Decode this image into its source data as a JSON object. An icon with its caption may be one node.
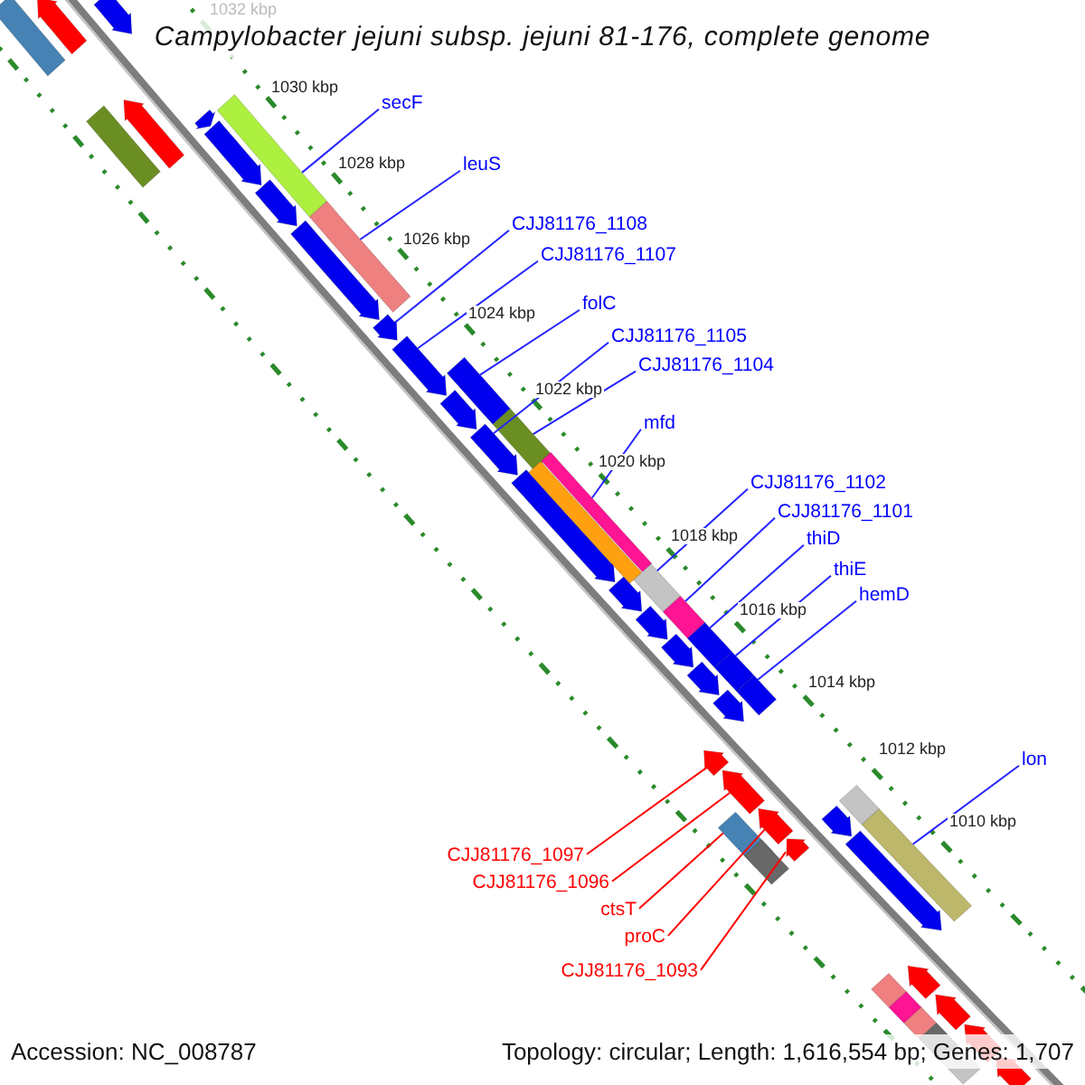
{
  "diagram": {
    "title": "Campylobacter jejuni subsp. jejuni 81-176, complete genome",
    "nodes": [
      {
        "text": [
          "secF"
        ]
      },
      {
        "text": [
          "leuS"
        ]
      },
      {
        "text": [
          "CJJ81176_1108"
        ]
      },
      {
        "text": [
          "CJJ81176_1107"
        ]
      },
      {
        "text": [
          "folC"
        ]
      },
      {
        "text": [
          "CJJ81176_1105"
        ]
      },
      {
        "text": [
          "CJJ81176_1104"
        ]
      },
      {
        "text": [
          "mfd"
        ]
      },
      {
        "text": [
          "CJJ81176_1102"
        ]
      },
      {
        "text": [
          "CJJ81176_1101"
        ]
      },
      {
        "text": [
          "thiD"
        ]
      },
      {
        "text": [
          "thiE"
        ]
      },
      {
        "text": [
          "hemD"
        ]
      },
      {
        "text": [
          "lon"
        ]
      },
      {
        "text": [
          "CJJ81176_1097"
        ]
      },
      {
        "text": [
          "CJJ81176_1096"
        ]
      },
      {
        "text": [
          "ctsT"
        ]
      },
      {
        "text": [
          "proC"
        ]
      },
      {
        "text": [
          "CJJ81176_1093"
        ]
      },
      {
        "text": [],
        "shape": "pentagon"
      },
      {
        "text": [],
        "shape": "bar"
      },
      {
        "text": [],
        "shape": "pentagon"
      },
      {
        "text": [],
        "shape": "bar"
      },
      {
        "text": [],
        "shape": "pentagon"
      },
      {
        "text": [],
        "shape": "pentagon"
      },
      {
        "text": [],
        "shape": "bar"
      },
      {
        "text": [],
        "shape": "pentagon"
      },
      {
        "text": [],
        "shape": "pentagon"
      },
      {
        "text": [],
        "shape": "pentagon"
      },
      {
        "text": [],
        "shape": "bar"
      },
      {
        "text": [],
        "shape": "pentagon"
      },
      {
        "text": [],
        "shape": "pentagon"
      },
      {
        "text": [],
        "shape": "bar"
      },
      {
        "text": [],
        "shape": "pentagon"
      },
      {
        "text": [],
        "shape": "pentagon"
      },
      {
        "text": [],
        "shape": "bar"
      },
      {
        "text": [],
        "shape": "pentagon"
      },
      {
        "text": [],
        "shape": "bar"
      },
      {
        "text": [],
        "shape": "bar"
      },
      {
        "text": [],
        "shape": "pentagon"
      },
      {
        "text": [],
        "shape": "bar"
      },
      {
        "text": [],
        "shape": "pentagon"
      },
      {
        "text": [],
        "shape": "bar"
      },
      {
        "text": [],
        "shape": "pentagon"
      },
      {
        "text": [],
        "shape": "bar"
      },
      {
        "text": [],
        "shape": "pentagon"
      },
      {
        "text": [],
        "shape": "bar"
      },
      {
        "text": [],
        "shape": "pentagon"
      },
      {
        "text": [],
        "shape": "bar"
      },
      {
        "text": [],
        "shape": "pentagon"
      },
      {
        "text": [],
        "shape": "pentagon"
      },
      {
        "text": [],
        "shape": "bar"
      },
      {
        "text": [],
        "shape": "pentagon"
      },
      {
        "text": [],
        "shape": "bar"
      },
      {
        "text": [],
        "shape": "pentagon"
      },
      {
        "text": [],
        "shape": "bar"
      },
      {
        "text": [],
        "shape": "pentagon"
      },
      {
        "text": [],
        "shape": "bar"
      },
      {
        "text": [],
        "shape": "pentagon"
      },
      {
        "text": [],
        "shape": "bar"
      },
      {
        "text": [],
        "shape": "pentagon"
      },
      {
        "text": [],
        "shape": "bar"
      },
      {
        "text": [],
        "shape": "bar"
      },
      {
        "text": [],
        "shape": "pentagon"
      },
      {
        "text": [],
        "shape": "bar"
      },
      {
        "text": [],
        "shape": "pentagon"
      },
      {
        "text": [],
        "shape": "bar"
      },
      {
        "text": [],
        "shape": "pentagon"
      }
    ],
    "edges": [
      {
        "from": 0,
        "to": 25,
        "arrow": "none"
      },
      {
        "from": 1,
        "to": 29,
        "arrow": "none"
      },
      {
        "from": 2,
        "to": 30,
        "arrow": "none"
      },
      {
        "from": 3,
        "to": 31,
        "arrow": "none"
      },
      {
        "from": 4,
        "to": 32,
        "arrow": "none"
      },
      {
        "from": 5,
        "to": 34,
        "arrow": "none"
      },
      {
        "from": 6,
        "to": 35,
        "arrow": "none"
      },
      {
        "from": 7,
        "to": 38,
        "arrow": "none"
      },
      {
        "from": 8,
        "to": 40,
        "arrow": "none"
      },
      {
        "from": 9,
        "to": 42,
        "arrow": "none"
      },
      {
        "from": 10,
        "to": 44,
        "arrow": "none"
      },
      {
        "from": 11,
        "to": 46,
        "arrow": "none"
      },
      {
        "from": 12,
        "to": 48,
        "arrow": "none"
      },
      {
        "from": 13,
        "to": 57,
        "arrow": "none"
      },
      {
        "from": 14,
        "to": 49,
        "arrow": "none",
        "color": "#ff0000"
      },
      {
        "from": 15,
        "to": 50,
        "arrow": "none",
        "color": "#ff0000"
      },
      {
        "from": 16,
        "to": 51,
        "arrow": "none",
        "color": "#ff0000"
      },
      {
        "from": 17,
        "to": 52,
        "arrow": "none",
        "color": "#ff0000"
      },
      {
        "from": 18,
        "to": 54,
        "arrow": "none",
        "color": "#ff0000"
      }
    ],
    "labels": [
      "1032 kbp",
      "1030 kbp",
      "1028 kbp",
      "1026 kbp",
      "1024 kbp",
      "1022 kbp",
      "1020 kbp",
      "1018 kbp",
      "1016 kbp",
      "1014 kbp",
      "1012 kbp",
      "1010 kbp",
      "Accession: NC_008787",
      "Topology: circular; Length: 1,616,554 bp; Genes: 1,707"
    ]
  }
}
